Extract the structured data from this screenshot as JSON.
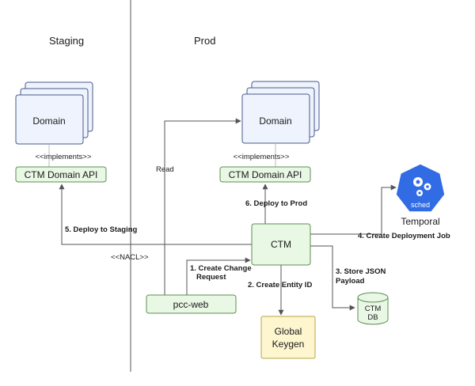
{
  "sections": {
    "staging": "Staging",
    "prod": "Prod"
  },
  "nodes": {
    "staging_domain": "Domain",
    "prod_domain": "Domain",
    "staging_api": "CTM Domain API",
    "prod_api": "CTM Domain API",
    "ctm": "CTM",
    "pcc_web": "pcc-web",
    "keygen_line1": "Global",
    "keygen_line2": "Keygen",
    "db_line1": "CTM",
    "db_line2": "DB",
    "temporal": "Temporal",
    "temporal_badge": "sched"
  },
  "edges": {
    "implements_staging": "<<implements>>",
    "implements_prod": "<<implements>>",
    "read": "Read",
    "deploy_prod": "6. Deploy to Prod",
    "deploy_staging": "5. Deploy to Staging",
    "nacl": "<<NACL>>",
    "create_change_1": "1. Create Change",
    "create_change_2": "Request",
    "create_entity": "2. Create Entity ID",
    "store_json_1": "3. Store JSON",
    "store_json_2": "Payload",
    "create_job": "4. Create Deployment Job"
  },
  "colors": {
    "domain_fill": "#eef3fd",
    "domain_stroke": "#4a5a8a",
    "green_fill": "#e9f7e5",
    "green_stroke": "#5a8f4e",
    "keygen_fill": "#fdf6cf",
    "keygen_stroke": "#b7a64a",
    "temporal_blue": "#326ce5"
  }
}
